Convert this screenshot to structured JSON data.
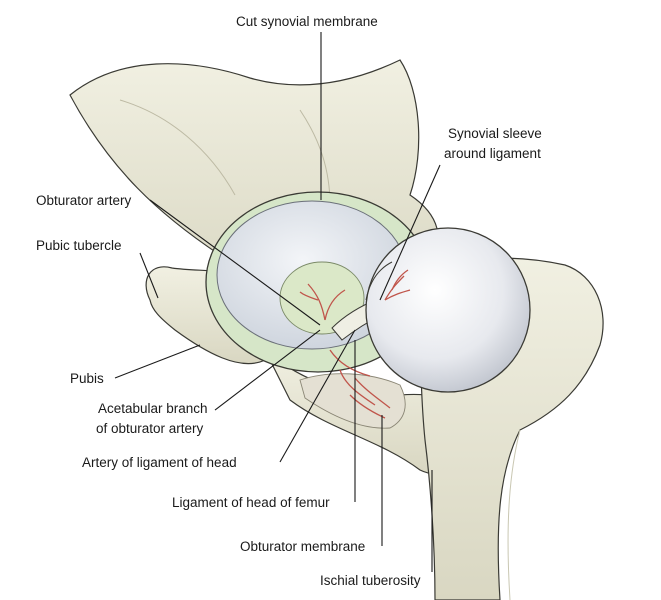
{
  "labels": {
    "cut_synovial_membrane": "Cut synovial membrane",
    "synovial_sleeve_line1": "Synovial sleeve",
    "synovial_sleeve_line2": "around ligament",
    "obturator_artery": "Obturator artery",
    "pubic_tubercle": "Pubic tubercle",
    "pubis": "Pubis",
    "acetabular_branch_line1": "Acetabular branch",
    "acetabular_branch_line2": "of obturator artery",
    "artery_of_ligament": "Artery of ligament of head",
    "ligament_of_head": "Ligament of head of femur",
    "obturator_membrane": "Obturator membrane",
    "ischial_tuberosity": "Ischial tuberosity"
  },
  "colors": {
    "bone": "#ecebd9",
    "bone_shadow": "#c9c7b2",
    "synovial": "#d6e6c8",
    "cartilage": "#dfe3ea",
    "femoral_head": "#e9ebef",
    "artery": "#c0554b",
    "outline": "#3a3a34"
  }
}
